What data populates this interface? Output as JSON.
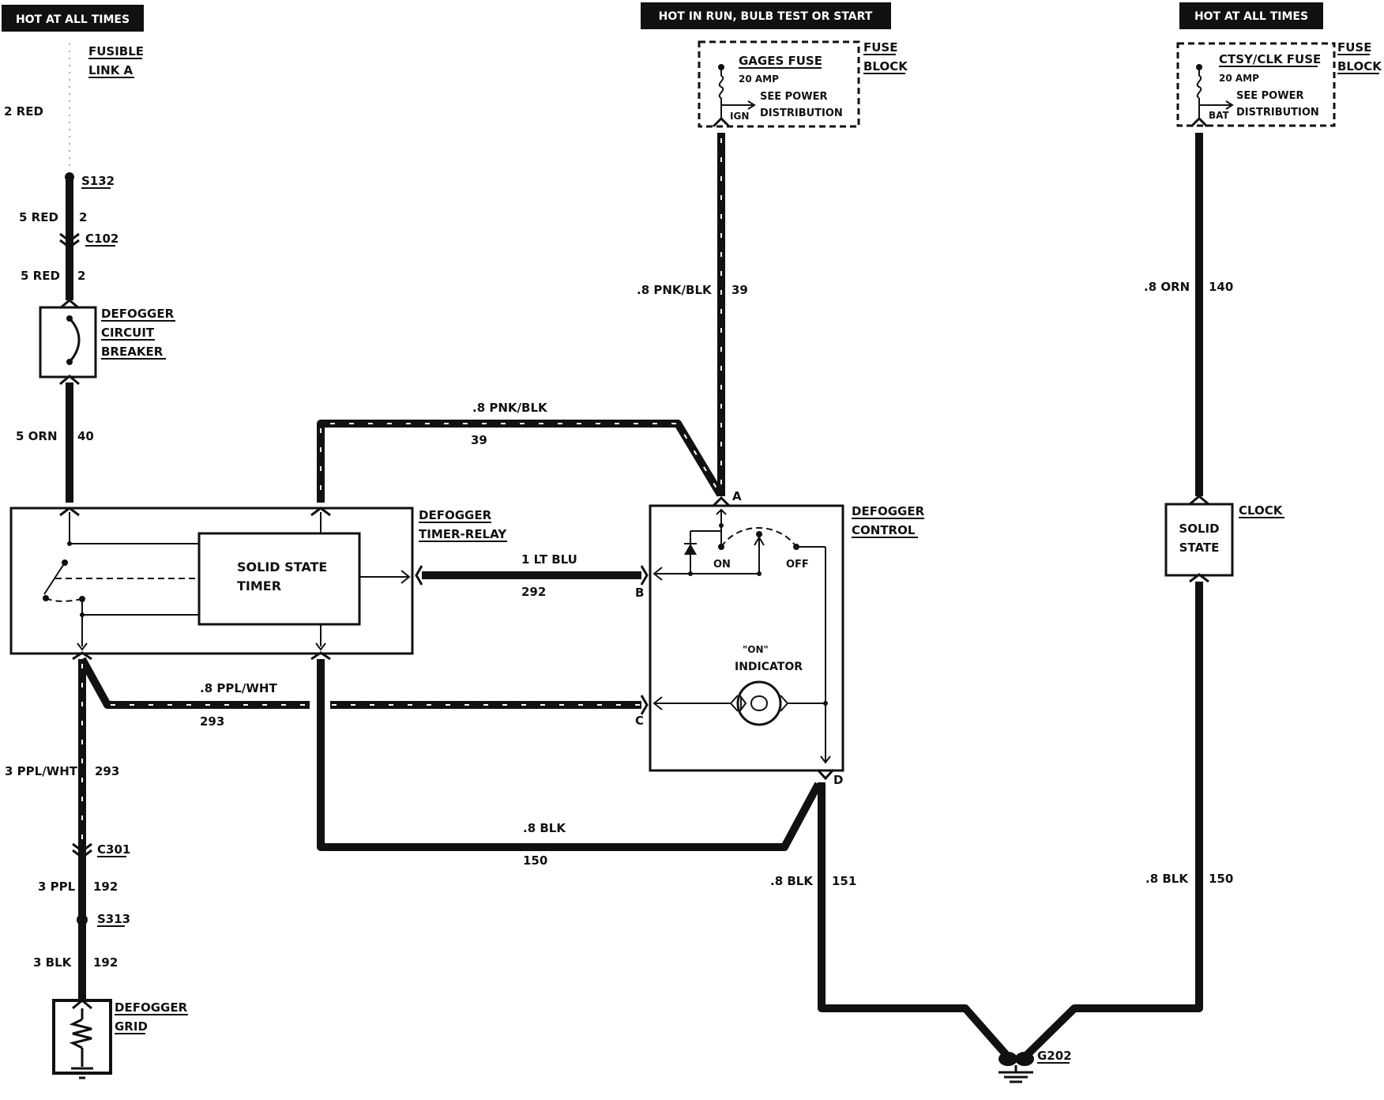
{
  "banners": {
    "left": "HOT AT ALL TIMES",
    "center": "HOT IN RUN, BULB TEST OR START",
    "right": "HOT AT ALL TIMES"
  },
  "components": {
    "fusible_link": [
      "FUSIBLE",
      "LINK A"
    ],
    "circuit_breaker": [
      "DEFOGGER",
      "CIRCUIT",
      "BREAKER"
    ],
    "timer_relay": [
      "DEFOGGER",
      "TIMER-RELAY"
    ],
    "solid_state_timer": [
      "SOLID STATE",
      "TIMER"
    ],
    "defogger_control": [
      "DEFOGGER",
      "CONTROL"
    ],
    "gages_fuse": {
      "name": "GAGES FUSE",
      "amp": "20 AMP",
      "see": "SEE POWER",
      "dist": "DISTRIBUTION",
      "term": "IGN"
    },
    "ctsy_fuse": {
      "name": "CTSY/CLK FUSE",
      "amp": "20 AMP",
      "see": "SEE POWER",
      "dist": "DISTRIBUTION",
      "term": "BAT"
    },
    "fuse_block": [
      "FUSE",
      "BLOCK"
    ],
    "clock": "CLOCK",
    "clock_body": [
      "SOLID",
      "STATE"
    ],
    "grid": [
      "DEFOGGER",
      "GRID"
    ],
    "indicator": [
      "\"ON\"",
      "INDICATOR"
    ],
    "switch_on": "ON",
    "switch_off": "OFF"
  },
  "connectors": {
    "s132": "S132",
    "c102": "C102",
    "c301": "C301",
    "s313": "S313",
    "g202": "G202",
    "pin_a": "A",
    "pin_b": "B",
    "pin_c": "C",
    "pin_d": "D"
  },
  "wires": {
    "w2red": "2 RED",
    "w5red_a": "5 RED",
    "w5red_a_num": "2",
    "w5red_b": "5 RED",
    "w5red_b_num": "2",
    "w5orn": "5 ORN",
    "w5orn_num": "40",
    "w39_top": ".8 PNK/BLK",
    "w39_top_num": "39",
    "w39_vert": ".8 PNK/BLK",
    "w39_vert_num": "39",
    "w292": "1 LT BLU",
    "w292_num": "292",
    "w293_h": ".8 PPL/WHT",
    "w293_h_num": "293",
    "w293_v": "3 PPL/WHT",
    "w293_v_num": "293",
    "w192a": "3 PPL",
    "w192a_num": "192",
    "w192b": "3 BLK",
    "w192b_num": "192",
    "w150_h": ".8 BLK",
    "w150_h_num": "150",
    "w151": ".8 BLK",
    "w151_num": "151",
    "w140": ".8 ORN",
    "w140_num": "140",
    "w150_r": ".8 BLK",
    "w150_r_num": "150"
  }
}
